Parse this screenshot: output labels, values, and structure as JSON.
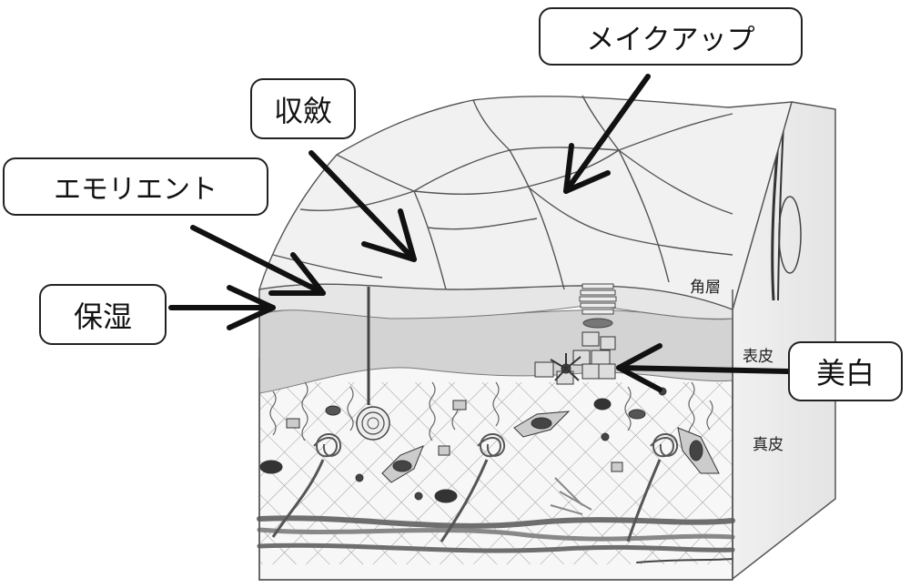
{
  "callouts": {
    "makeup": "メイクアップ",
    "astringent": "収斂",
    "emollient": "エモリエント",
    "moisturizing": "保湿",
    "whitening": "美白"
  },
  "layers": {
    "stratum_corneum": "角層",
    "epidermis": "表皮",
    "dermis": "真皮"
  }
}
